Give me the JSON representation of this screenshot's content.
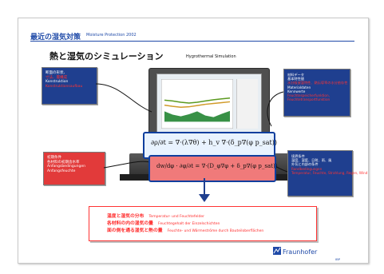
{
  "header": {
    "title": "最近の湿気対策",
    "subtitle": "Moisture Protection 2002"
  },
  "main": {
    "title": "熱と湿気のシミュレーション",
    "subtitle": "Hygrothermal Simulation"
  },
  "left_top_box": {
    "lines": [
      "断面の形状、",
      "寸法、層構成",
      "Konstruktion",
      "Konstruktionsaufbau"
    ]
  },
  "right_top_box": {
    "lines": [
      "材料データ",
      "基本特性値",
      "水分吸放湿特性、熱伝導率の水分依存性",
      "Materialdaten",
      "Kennwerte",
      "Feuchtespeicherfunktion,",
      "Feuchtetransportfunktion"
    ]
  },
  "left_bottom_box": {
    "lines": [
      "初期条件",
      "各材料の初期含水率",
      "Anfangsbedingungen",
      "Anfangsfeuchte"
    ]
  },
  "right_bottom_box": {
    "lines": [
      "境界条件",
      "温度、湿度、日射、雨、風",
      "外気と内部の条件",
      "Randbedingungen",
      "Temperatur, Feuchte, Strahlung, Regen, Wind"
    ]
  },
  "equations": {
    "line1": "∂ρ/∂t = ∇·(λ∇θ) + h_v ∇·(δ_p∇(φ p_sat))",
    "line2": "dw/dφ · ∂φ/∂t = ∇·(D_φ∇φ + δ_p∇(φ p_sat))"
  },
  "bottom_box": {
    "line1": "温度と湿気の分布",
    "line1_de": "Temperatur- und Feuchtefelder",
    "line2": "各材料の内の湿気の量",
    "line2_de": "Feuchtegehalt der Einzelschichten",
    "line3": "面の側を通る湿気と熱の量",
    "line3_de": "Feuchte- und Wärmeströme durch Bauteiloberflächen"
  },
  "brand": {
    "name": "Fraunhofer",
    "sub": "IBP"
  },
  "chart_data": {
    "type": "line",
    "series": [
      {
        "values": [
          0.45,
          0.42,
          0.4,
          0.41,
          0.44,
          0.47,
          0.49,
          0.51,
          0.53
        ]
      },
      {
        "values": [
          0.57,
          0.55,
          0.52,
          0.5,
          0.52,
          0.55,
          0.58,
          0.6,
          0.62
        ]
      },
      {
        "values": [
          0.3,
          0.22,
          0.18,
          0.23,
          0.3,
          0.2,
          0.16,
          0.24,
          0.31
        ]
      }
    ],
    "colors": {
      "line1": "#d19b2a",
      "line2": "#5b9a1f",
      "fill": "#2d8b3c"
    }
  }
}
